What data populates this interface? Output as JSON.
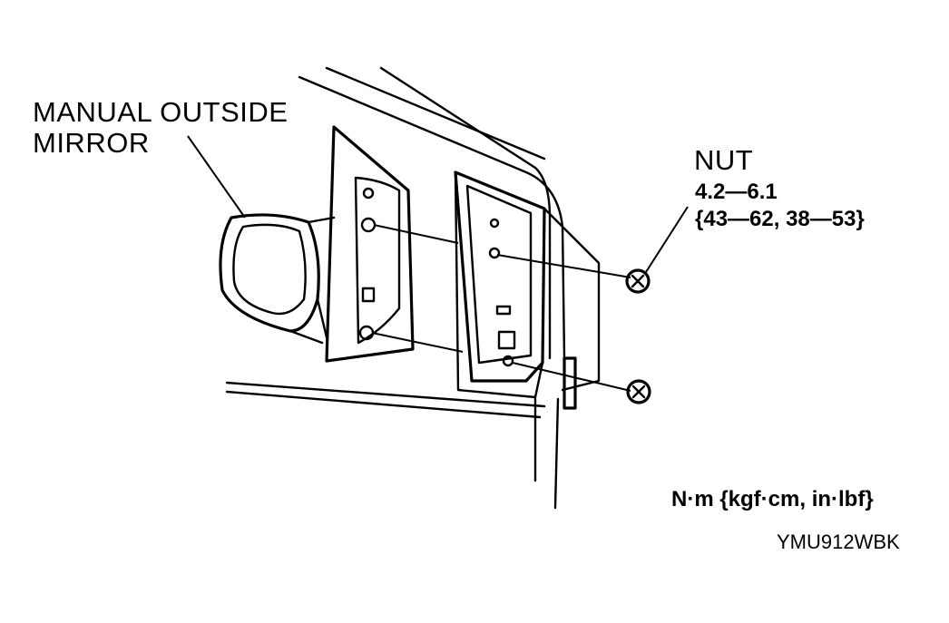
{
  "labels": {
    "mirror_line1": "MANUAL OUTSIDE",
    "mirror_line2": "MIRROR",
    "nut_title": "NUT",
    "nut_torque_nm": "4.2—6.1",
    "nut_torque_alt": "{43—62, 38—53}",
    "units": "N·m {kgf·cm, in·lbf}",
    "figure_code": "YMU912WBK"
  },
  "colors": {
    "ink": "#000000",
    "paper": "#ffffff"
  }
}
